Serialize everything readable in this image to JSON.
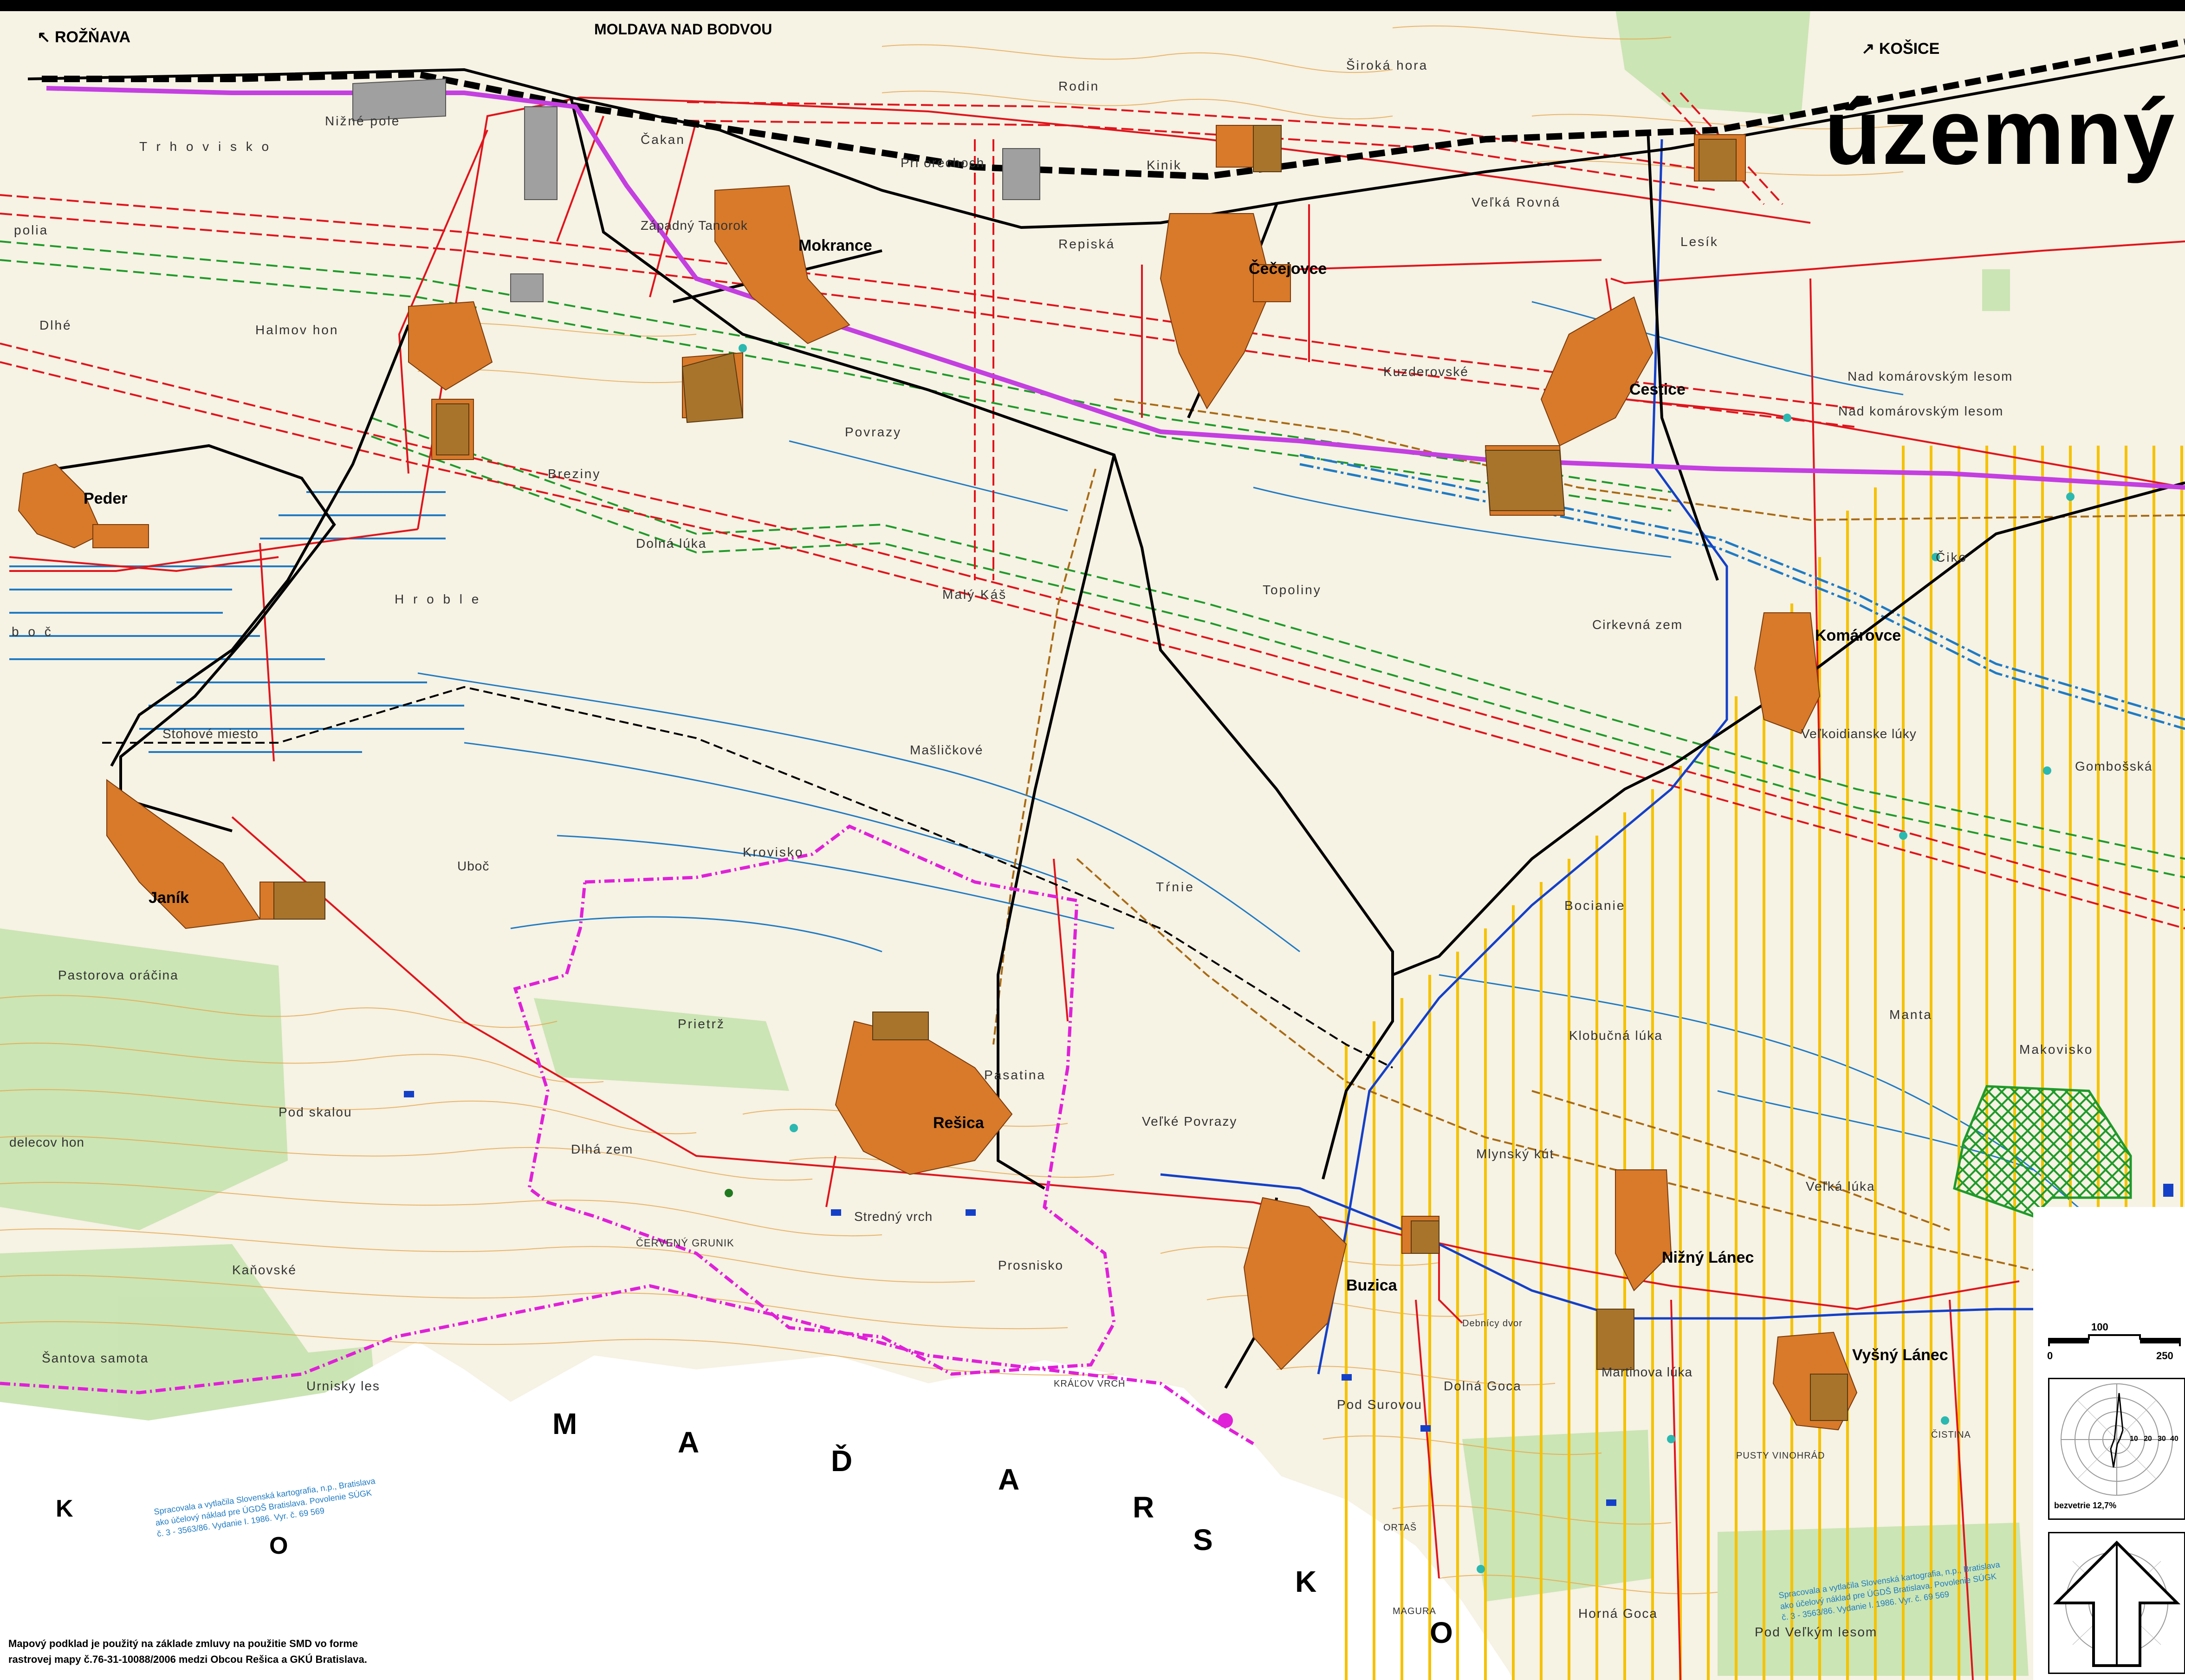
{
  "title": "územný p",
  "directions": {
    "west": "ROŽŇAVA",
    "east": "KOŠICE"
  },
  "towns": {
    "moldava": "MOLDAVA NAD BODVOU",
    "moldava_part": "Západný Tanorok"
  },
  "villages": {
    "peder": "Peder",
    "moldavka": "Mokrance",
    "cecejovce": "Čečejovce",
    "cestice": "Cestice",
    "komarovce": "Komárovce",
    "janik": "Janík",
    "resica": "Rešica",
    "buzica": "Buzica",
    "nizny_lanec": "Nižný Lánec",
    "vysny_lanec": "Vyšný Lánec"
  },
  "localities": {
    "trhovisko": "T r h o v i s k o",
    "nizne_pole": "Nižné pole",
    "cakan": "Čakan",
    "pri_orechoch": "Pri orechoch",
    "rodin": "Rodin",
    "siroka_hora": "Široká hora",
    "kinik": "Kinik",
    "velka_rovna": "Veľká Rovná",
    "lesik": "Lesík",
    "polia": "polia",
    "dlhe": "Dlhé",
    "halmov_hon": "Halmov hon",
    "repiska": "Repiská",
    "kuzderovske": "Kuzderovské",
    "nad_komarovskym_1": "Nad komárovským lesom",
    "nad_komarovskym_2": "Nad komárovským lesom",
    "povrazy": "Povrazy",
    "breziny": "Breziny",
    "hroble": "H r o b l e",
    "dolna_luka": "Dolná lúka",
    "maly_kas": "Malý Káš",
    "topoliny": "Topoliny",
    "ciko": "Čiko",
    "cirkevna_zem": "Cirkevná zem",
    "stohove_miesto": "Stohové miesto",
    "masickove": "Mašličkové",
    "velkoidianske": "Veľkoidianske lúky",
    "gombosska": "Gombošská",
    "boc": "b o č",
    "krovisko": "Krovisko",
    "trnie": "Tŕnie",
    "uboc": "Uboč",
    "bociame": "Bocianie",
    "pastorova": "Pastorova oráčina",
    "prietrz": "Prietrž",
    "pastatina": "Pasatina",
    "klobucna": "Klobučná lúka",
    "manta": "Manta",
    "makovisko": "Makovisko",
    "pod_skalou": "Pod skalou",
    "dlha_zem": "Dlhá zem",
    "velke_povrazy": "Veľké Povrazy",
    "mlynsky_kut": "Mlynský kút",
    "velka_luka": "Veľká lúka",
    "stredny_vrch": "Stredný vrch",
    "cerveny_grunik": "ČERVENÝ GRUNIK",
    "prosnisko": "Prosnisko",
    "kanovske": "Kaňovské",
    "santova_samota": "Šantova samota",
    "urnisky_les": "Urnisky les",
    "kralov_vrch": "KRÁĽOV VRCH",
    "pod_surovou": "Pod Surovou",
    "dolna_goca": "Dolná Goca",
    "martinova_luka": "Martinova lúka",
    "debnici_dvor": "Debnícy dvor",
    "pusty_vinohrad": "PUSTY VINOHRÁD",
    "cistina": "ČISTINA",
    "horna_goca": "Horná Goca",
    "magura": "MAGURA",
    "ortas": "ORTAŠ",
    "pod_velkym_lesom": "Pod Veľkým lesom",
    "delecov_hon": "delecov hon"
  },
  "country": {
    "letters": [
      "M",
      "A",
      "Ď",
      "A",
      "R",
      "S",
      "K",
      "O"
    ],
    "left_letters": [
      "K",
      "O"
    ]
  },
  "note_lines": [
    "Mapový podklad je použitý na základe zmluvy na použitie SMD vo forme",
    "rastrovej mapy č.76-31-10088/2006 medzi Obcou Rešica a GKÚ Bratislava."
  ],
  "credit_lines": [
    "Spracovala a vytlačila Slovenská kartografia, n.p., Bratislava",
    "ako účelový náklad pre ÚGDŠ Bratislava. Povolenie SÚGK",
    "č. 3 - 3563/86. Vydanie I. 1986. Vyr. č. 69 569"
  ],
  "scale": {
    "labels": [
      "0",
      "100",
      "250"
    ]
  },
  "wind_rose": {
    "ring_labels": [
      "10",
      "20",
      "30",
      "40"
    ],
    "caption": "bezvetrie 12,7%"
  },
  "colors": {
    "background": "#f6f2e4",
    "settlement": "#d87a2a",
    "contour": "#e6a54a",
    "road_black": "#000000",
    "railway": "#000000",
    "corridor_red": "#e0141c",
    "corridor_green": "#1f9a2a",
    "pipeline_purple": "#c43fe0",
    "boundary_magenta": "#e020d8",
    "water_blue": "#1f7bc4",
    "hatch_yellow": "#f5c200",
    "forest_green": "#b8dba0"
  }
}
